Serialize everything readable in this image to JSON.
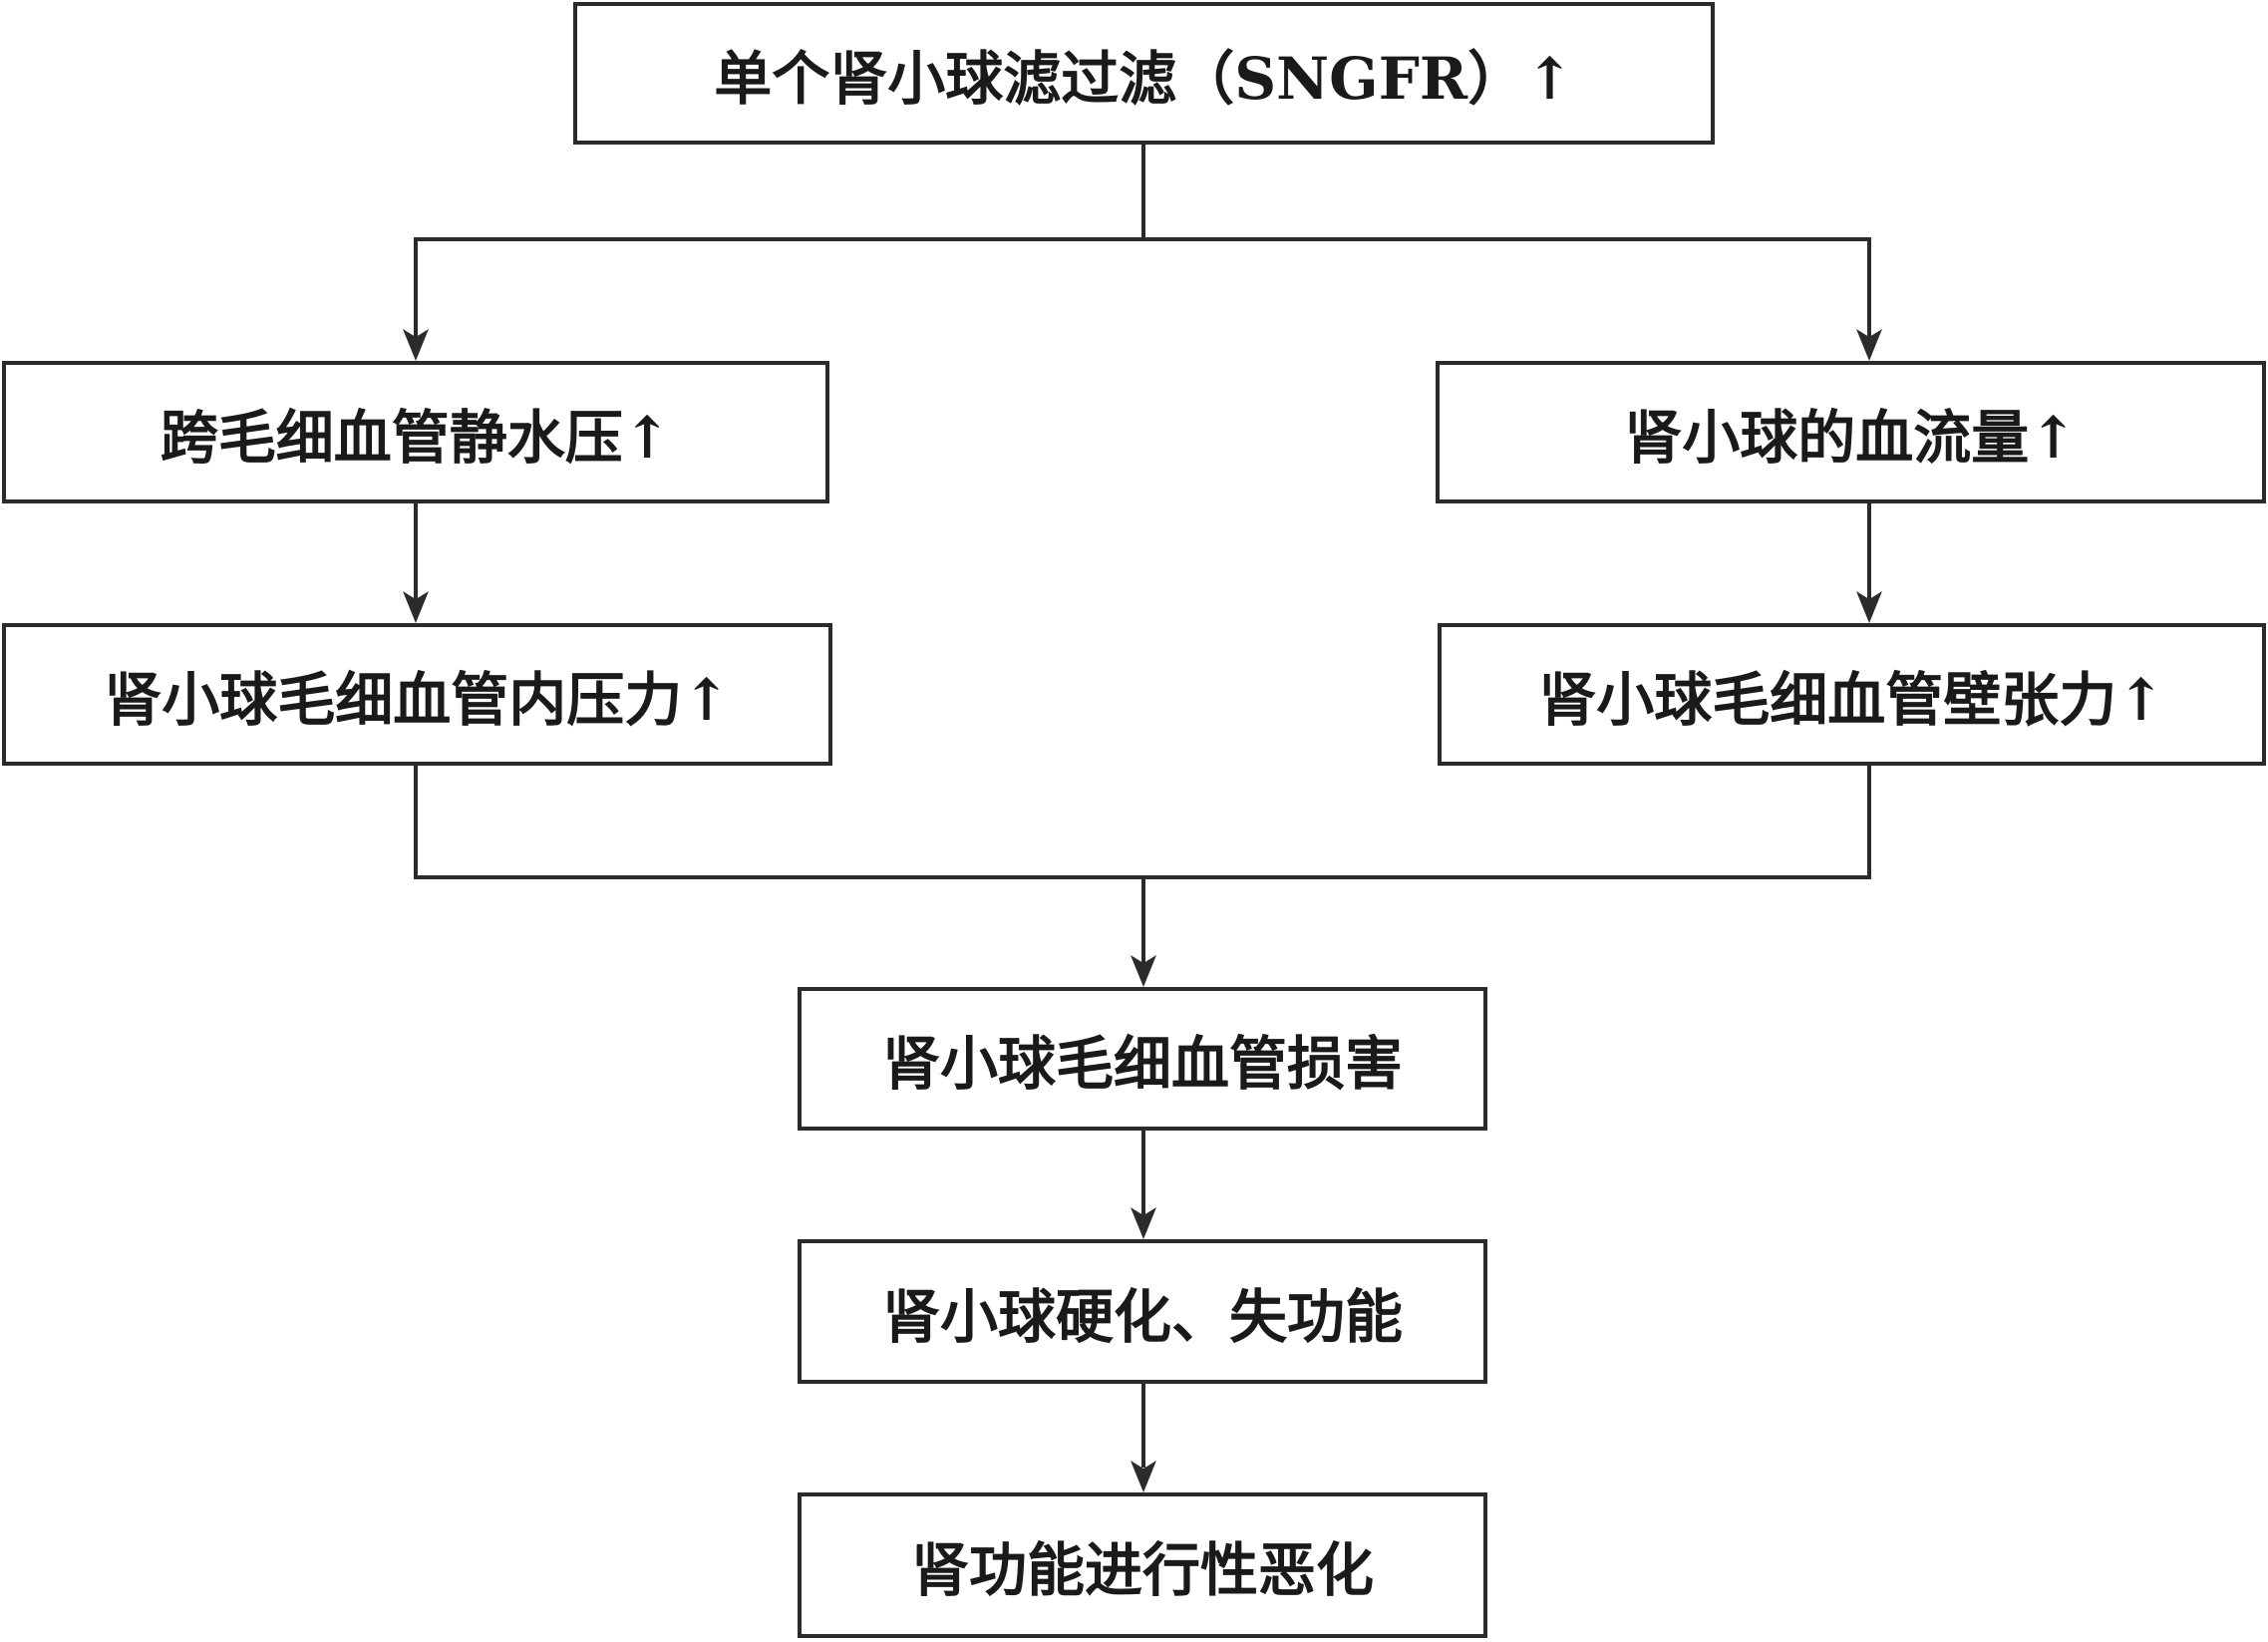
{
  "flowchart": {
    "nodes": {
      "sngfr": "单个肾小球滤过滤（SNGFR）↑",
      "transcap_pressure": "跨毛细血管静水压↑",
      "glomerular_flow": "肾小球的血流量↑",
      "cap_internal_pressure": "肾小球毛细血管内压力↑",
      "cap_wall_tension": "肾小球毛细血管壁张力↑",
      "cap_damage": "肾小球毛细血管损害",
      "sclerosis": "肾小球硬化、失功能",
      "renal_decline": "肾功能进行性恶化"
    },
    "colors": {
      "line": "#2b2b2b",
      "text": "#1a1a1a",
      "background": "#ffffff"
    }
  }
}
